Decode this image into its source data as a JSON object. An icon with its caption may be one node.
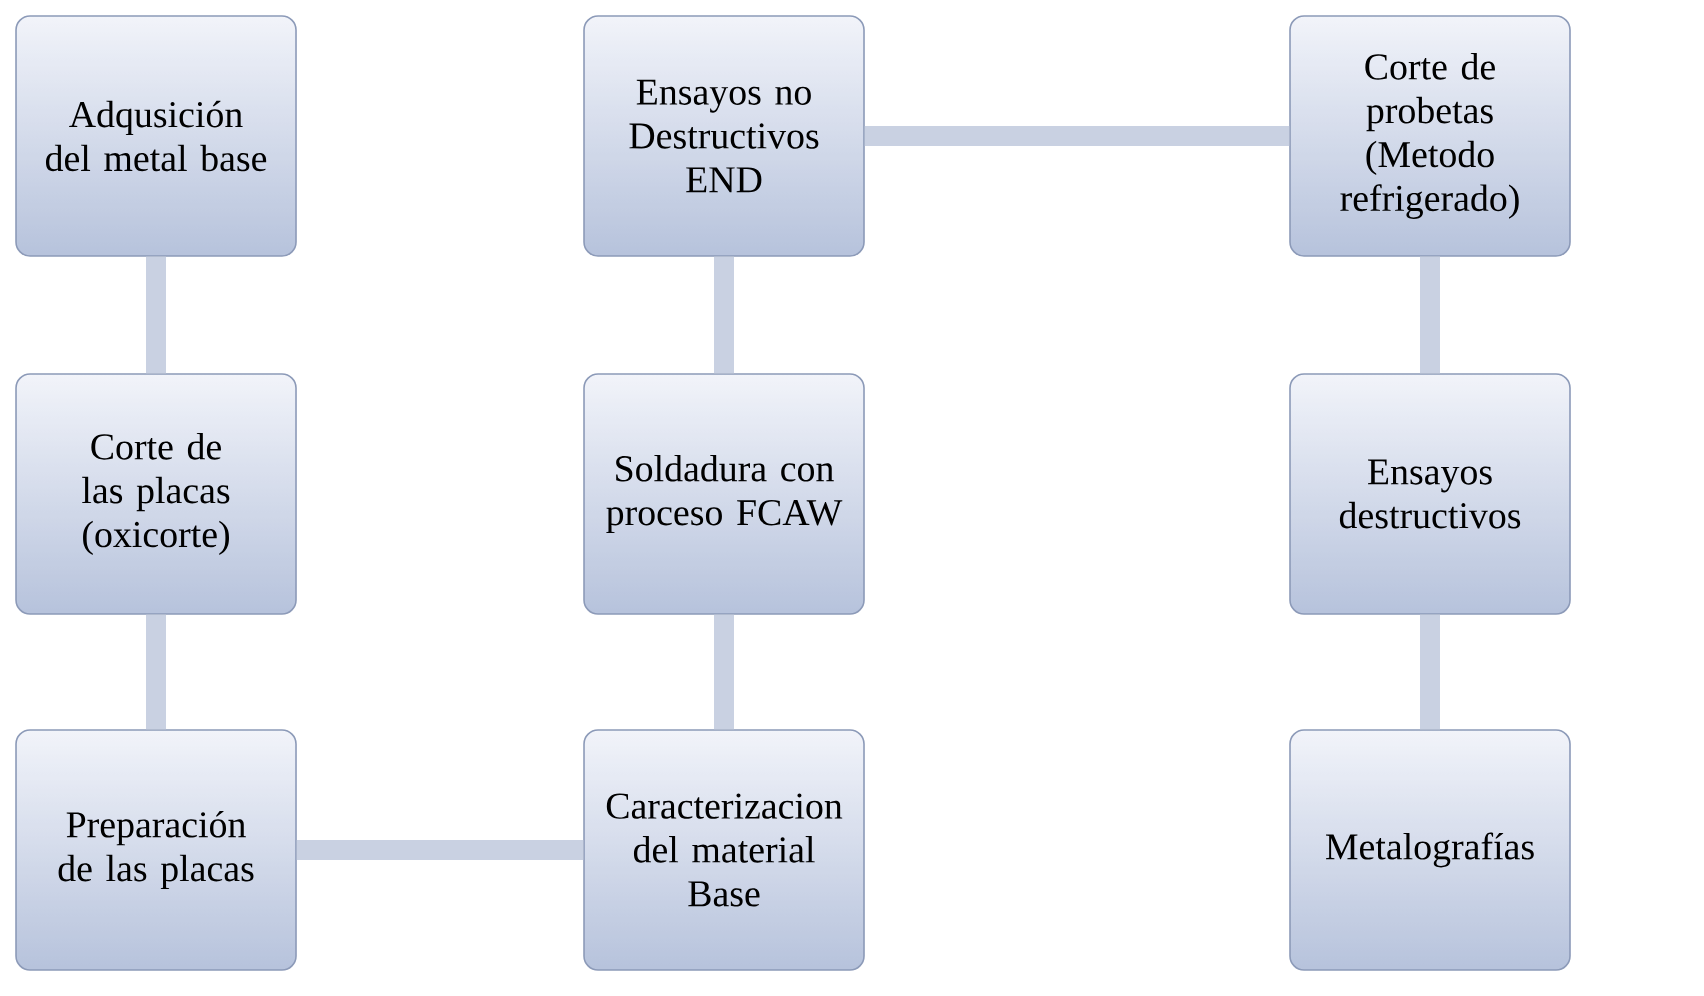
{
  "diagram": {
    "nodes": [
      {
        "text": [
          "Adqusición del metal base"
        ]
      },
      {
        "text": [
          "Corte de las placas (oxicorte)"
        ]
      },
      {
        "text": [
          "Preparación de las placas"
        ]
      },
      {
        "text": [
          "Caracterizacion del material Base"
        ]
      },
      {
        "text": [
          "Soldadura con proceso FCAW"
        ]
      },
      {
        "text": [
          "Ensayos no Destructivos END"
        ]
      },
      {
        "text": [
          "Corte de probetas (Metodo refrigerado)"
        ]
      },
      {
        "text": [
          "Ensayos destructivos"
        ]
      },
      {
        "text": [
          "Metalografías"
        ]
      }
    ],
    "edges": [
      {
        "from": 0,
        "to": 1,
        "arrow": "none"
      },
      {
        "from": 1,
        "to": 2,
        "arrow": "none"
      },
      {
        "from": 2,
        "to": 3,
        "arrow": "none"
      },
      {
        "from": 3,
        "to": 4,
        "arrow": "none"
      },
      {
        "from": 4,
        "to": 5,
        "arrow": "none"
      },
      {
        "from": 5,
        "to": 6,
        "arrow": "none"
      },
      {
        "from": 6,
        "to": 7,
        "arrow": "none"
      },
      {
        "from": 7,
        "to": 8,
        "arrow": "none"
      }
    ]
  }
}
